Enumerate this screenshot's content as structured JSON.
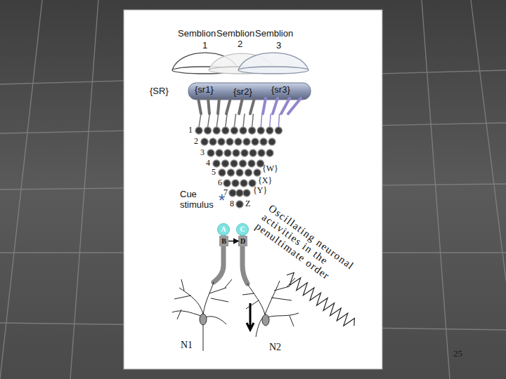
{
  "diagram": {
    "nodes": [
      {
        "text": [
          "Semblion",
          "1"
        ]
      },
      {
        "text": [
          "Semblion",
          "2"
        ]
      },
      {
        "text": [
          "Semblion",
          "3"
        ]
      },
      {
        "text": [
          "A"
        ]
      },
      {
        "text": [
          "C"
        ]
      },
      {
        "text": [
          "B"
        ]
      },
      {
        "text": [
          "D"
        ]
      }
    ],
    "edges": [
      {
        "from": 5,
        "to": 6,
        "arrow": "to"
      }
    ],
    "labels": [
      "{SR}",
      "{sr1}",
      "{sr2}",
      "{sr3}",
      "1",
      "2",
      "3",
      "4",
      "5",
      "6",
      "7",
      "8",
      "{W}",
      "{X}",
      "{Y}",
      "Z",
      "Cue stimulus",
      "*",
      "Oscillating neuronal activities in the penultimate order",
      "N1",
      "N2",
      "25"
    ]
  }
}
